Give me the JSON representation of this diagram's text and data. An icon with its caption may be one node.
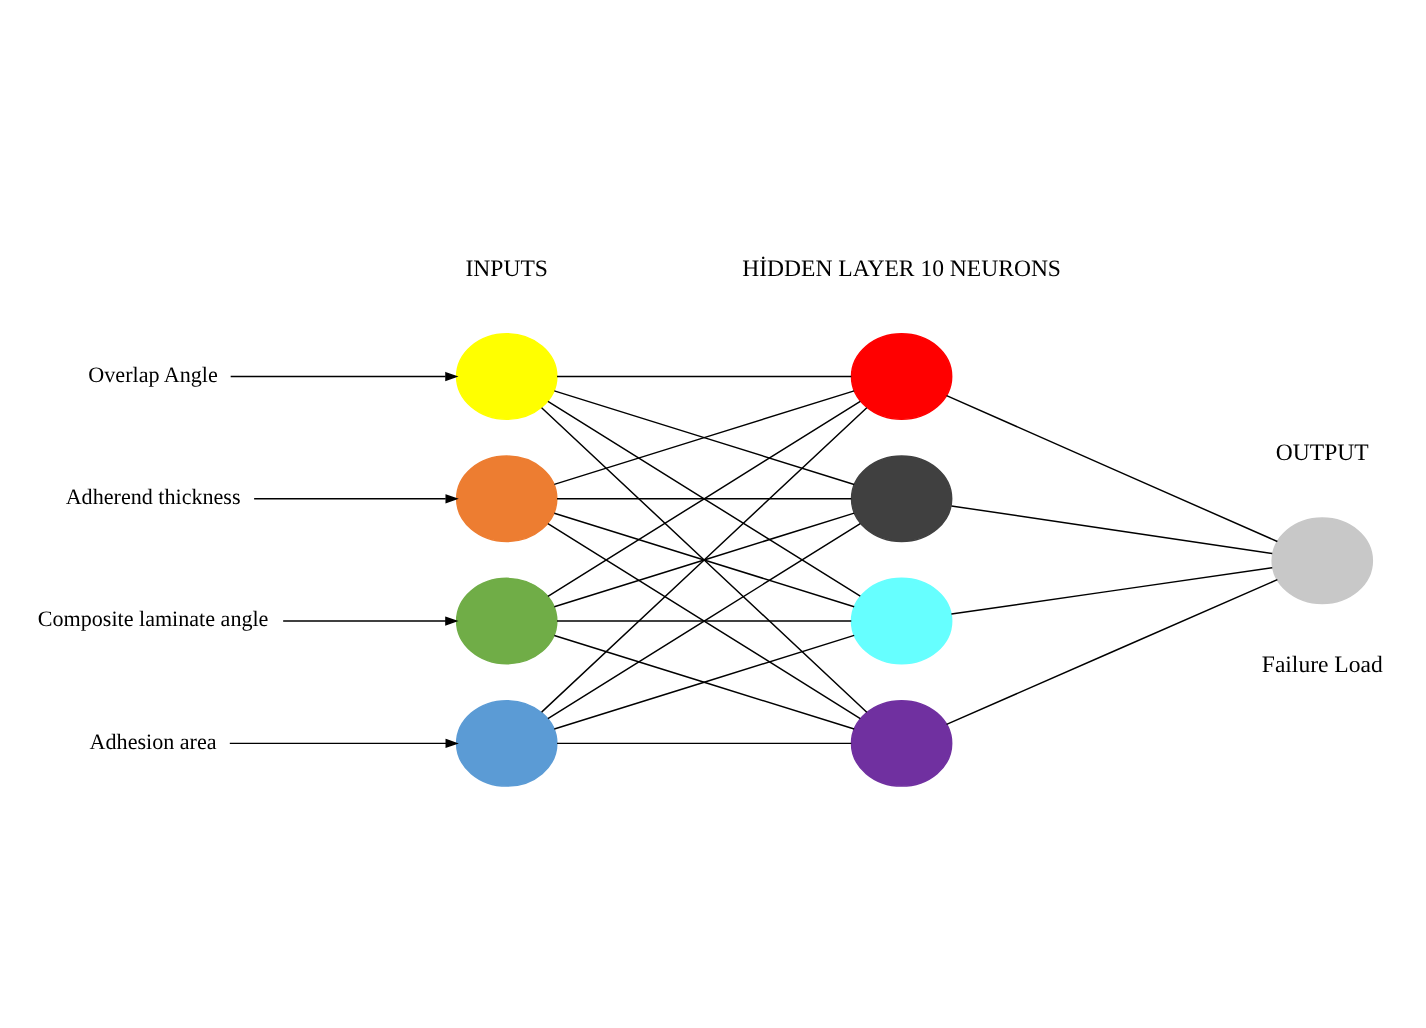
{
  "diagram": {
    "nodes": [
      {
        "text": [
          "Overlap Angle"
        ]
      },
      {
        "text": [
          "Adherend thickness"
        ]
      },
      {
        "text": [
          "Composite laminate angle"
        ]
      },
      {
        "text": [
          "Adhesion area"
        ]
      },
      {
        "text": [],
        "shape": "circle"
      },
      {
        "text": [],
        "shape": "circle"
      },
      {
        "text": [],
        "shape": "circle"
      },
      {
        "text": [],
        "shape": "circle"
      },
      {
        "text": [],
        "shape": "circle"
      },
      {
        "text": [],
        "shape": "circle"
      },
      {
        "text": [],
        "shape": "circle"
      },
      {
        "text": [],
        "shape": "circle"
      },
      {
        "text": [],
        "shape": "circle",
        "beside": [
          "OUTPUT",
          "Failure Load"
        ]
      }
    ],
    "edges": [
      {
        "from": 0,
        "to": 4,
        "arrow": "to"
      },
      {
        "from": 1,
        "to": 5,
        "arrow": "to"
      },
      {
        "from": 2,
        "to": 6,
        "arrow": "to"
      },
      {
        "from": 3,
        "to": 7,
        "arrow": "to"
      },
      {
        "from": 4,
        "to": 8,
        "arrow": "none"
      },
      {
        "from": 4,
        "to": 9,
        "arrow": "none"
      },
      {
        "from": 4,
        "to": 10,
        "arrow": "none"
      },
      {
        "from": 4,
        "to": 11,
        "arrow": "none"
      },
      {
        "from": 5,
        "to": 8,
        "arrow": "none"
      },
      {
        "from": 5,
        "to": 9,
        "arrow": "none"
      },
      {
        "from": 5,
        "to": 10,
        "arrow": "none"
      },
      {
        "from": 5,
        "to": 11,
        "arrow": "none"
      },
      {
        "from": 6,
        "to": 8,
        "arrow": "none"
      },
      {
        "from": 6,
        "to": 9,
        "arrow": "none"
      },
      {
        "from": 6,
        "to": 10,
        "arrow": "none"
      },
      {
        "from": 6,
        "to": 11,
        "arrow": "none"
      },
      {
        "from": 7,
        "to": 8,
        "arrow": "none"
      },
      {
        "from": 7,
        "to": 9,
        "arrow": "none"
      },
      {
        "from": 7,
        "to": 10,
        "arrow": "none"
      },
      {
        "from": 7,
        "to": 11,
        "arrow": "none"
      },
      {
        "from": 8,
        "to": 12,
        "arrow": "none"
      },
      {
        "from": 9,
        "to": 12,
        "arrow": "none"
      },
      {
        "from": 10,
        "to": 12,
        "arrow": "none"
      },
      {
        "from": 11,
        "to": 12,
        "arrow": "none"
      }
    ],
    "labels": [
      "INPUTS",
      "HİDDEN LAYER 10 NEURONS"
    ]
  }
}
